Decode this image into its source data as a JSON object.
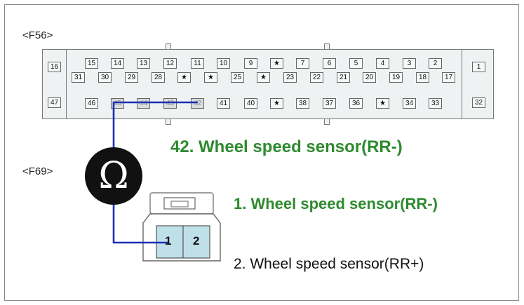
{
  "connectors": {
    "f56": {
      "label": "<F56>"
    },
    "f69": {
      "label": "<F69>"
    }
  },
  "f56_pins": {
    "end_left_top": "16",
    "end_left_bottom": "47",
    "end_right_top": "1",
    "end_right_bottom": "32",
    "row1": [
      "15",
      "14",
      "13",
      "12",
      "11",
      "10",
      "9",
      "★",
      "7",
      "6",
      "5",
      "4",
      "3",
      "2"
    ],
    "row2": [
      "31",
      "30",
      "29",
      "28",
      "★",
      "★",
      "25",
      "★",
      "23",
      "22",
      "21",
      "20",
      "19",
      "18",
      "17"
    ],
    "row3": [
      "46",
      "45",
      "44",
      "43",
      "42",
      "41",
      "40",
      "★",
      "38",
      "37",
      "36",
      "★",
      "34",
      "33"
    ]
  },
  "meter": {
    "symbol": "Ω"
  },
  "f69_pins": [
    "1",
    "2"
  ],
  "annotations": {
    "pin42": "42. Wheel speed sensor(RR-)",
    "pin1": "1. Wheel speed sensor(RR-)",
    "pin2": "2. Wheel speed sensor(RR+)"
  },
  "colors": {
    "wire": "#1a2fb5",
    "annotation_green": "#2f8a2f",
    "f69_body": "#bfe0e8"
  }
}
